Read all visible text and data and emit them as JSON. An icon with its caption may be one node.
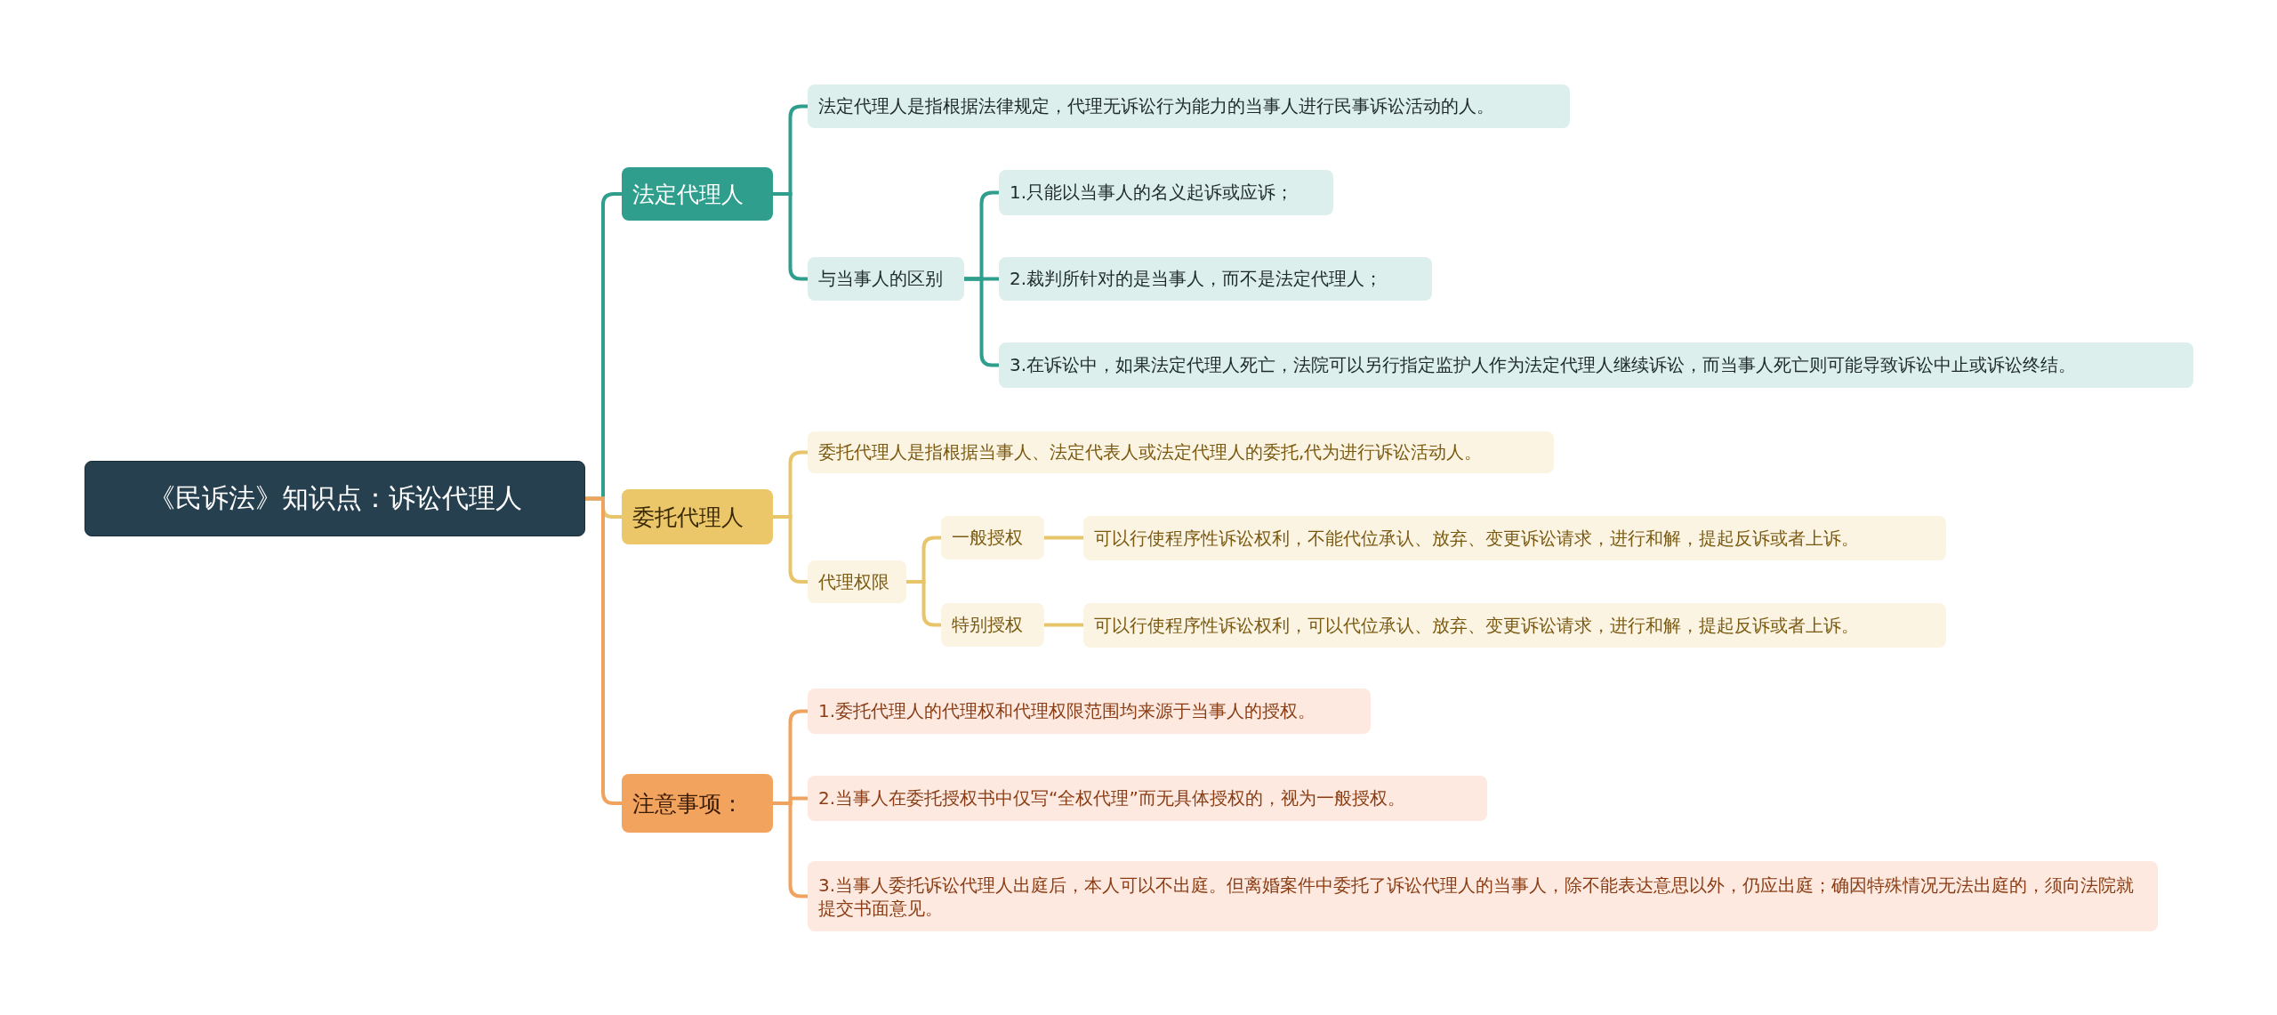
{
  "diagram": {
    "nodes": [
      {
        "text": [
          "《民诉法》知识点：诉讼代理人"
        ]
      },
      {
        "text": [
          "法定代理人"
        ]
      },
      {
        "text": [
          "法定代理人是指根据法律规定，代理无诉讼行为能力的当事人进行民事诉讼活动的人。"
        ]
      },
      {
        "text": [
          "与当事人的区别"
        ]
      },
      {
        "text": [
          "1.只能以当事人的名义起诉或应诉；"
        ]
      },
      {
        "text": [
          "2.裁判所针对的是当事人，而不是法定代理人；"
        ]
      },
      {
        "text": [
          "3.在诉讼中，如果法定代理人死亡，法院可以另行指定监护人作为法定代理人继续诉讼，而当事人死亡则可能导致诉讼中止或诉讼终结。"
        ]
      },
      {
        "text": [
          "委托代理人"
        ]
      },
      {
        "text": [
          "委托代理人是指根据当事人、法定代表人或法定代理人的委托,代为进行诉讼活动人。"
        ]
      },
      {
        "text": [
          "代理权限"
        ]
      },
      {
        "text": [
          "一般授权"
        ]
      },
      {
        "text": [
          "可以行使程序性诉讼权利，不能代位承认、放弃、变更诉讼请求，进行和解，提起反诉或者上诉。"
        ]
      },
      {
        "text": [
          "特别授权"
        ]
      },
      {
        "text": [
          "可以行使程序性诉讼权利，可以代位承认、放弃、变更诉讼请求，进行和解，提起反诉或者上诉。"
        ]
      },
      {
        "text": [
          "注意事项："
        ]
      },
      {
        "text": [
          "1.委托代理人的代理权和代理权限范围均来源于当事人的授权。"
        ]
      },
      {
        "text": [
          "2.当事人在委托授权书中仅写“全权代理”而无具体授权的，视为一般授权。"
        ]
      },
      {
        "text": [
          "3.当事人委托诉讼代理人出庭后，本人可以不出庭。但离婚案件中委托了诉讼代理人的当事人，除不能表达意思以外，仍应出庭；确因特殊情况无法出庭的，须向法院就提交书面意见。"
        ]
      }
    ],
    "edges": [
      {
        "from": 0,
        "to": 1,
        "arrow": "none",
        "color": "#2f9e8c"
      },
      {
        "from": 1,
        "to": 2,
        "arrow": "none",
        "color": "#2f9e8c"
      },
      {
        "from": 1,
        "to": 3,
        "arrow": "none",
        "color": "#2f9e8c"
      },
      {
        "from": 3,
        "to": 4,
        "arrow": "none",
        "color": "#2f9e8c"
      },
      {
        "from": 3,
        "to": 5,
        "arrow": "none",
        "color": "#2f9e8c"
      },
      {
        "from": 3,
        "to": 6,
        "arrow": "none",
        "color": "#2f9e8c"
      },
      {
        "from": 0,
        "to": 7,
        "arrow": "none"
      },
      {
        "from": 7,
        "to": 8,
        "arrow": "none"
      },
      {
        "from": 7,
        "to": 9,
        "arrow": "none"
      },
      {
        "from": 9,
        "to": 10,
        "arrow": "none"
      },
      {
        "from": 9,
        "to": 12,
        "arrow": "none"
      },
      {
        "from": 10,
        "to": 11,
        "arrow": "none"
      },
      {
        "from": 12,
        "to": 13,
        "arrow": "none"
      },
      {
        "from": 0,
        "to": 14,
        "arrow": "none",
        "color": "#f0a35e"
      },
      {
        "from": 14,
        "to": 15,
        "arrow": "none",
        "color": "#f0a35e"
      },
      {
        "from": 14,
        "to": 16,
        "arrow": "none",
        "color": "#f0a35e"
      },
      {
        "from": 14,
        "to": 17,
        "arrow": "none",
        "color": "#f0a35e"
      }
    ]
  }
}
